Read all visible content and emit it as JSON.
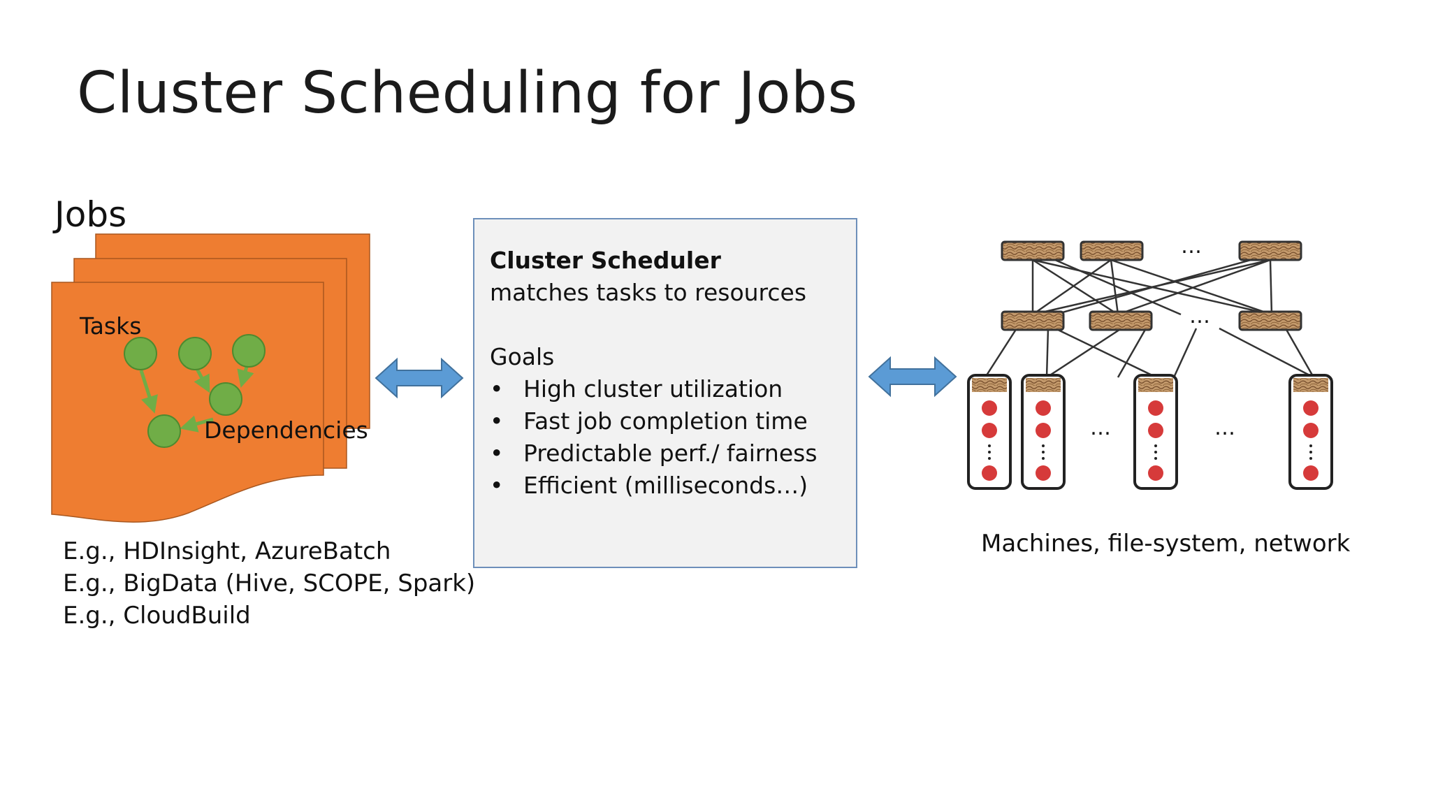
{
  "slide": {
    "title": "Cluster Scheduling for Jobs"
  },
  "jobs": {
    "heading": "Jobs",
    "tasks_label": "Tasks",
    "dependencies_label": "Dependencies",
    "examples": [
      "E.g., HDInsight, AzureBatch",
      "E.g., BigData (Hive, SCOPE, Spark)",
      "E.g., CloudBuild"
    ]
  },
  "scheduler": {
    "title": "Cluster Scheduler",
    "subtitle": "matches tasks to resources",
    "goals_heading": "Goals",
    "bullet_symbol": "•",
    "goals": [
      "High cluster utilization",
      "Fast job completion time",
      "Predictable perf./ fairness",
      "Efficient (milliseconds…)"
    ]
  },
  "cluster": {
    "caption": "Machines, file-system, network",
    "ellipsis": "…"
  },
  "colors": {
    "job_page": "#ee7d31",
    "task_node": "#70ad47",
    "arrow": "#5b9bd5",
    "box_fill": "#f2f2f2",
    "box_border": "#6d8fba",
    "machine_dot": "#d63a3a",
    "switch": "#b58b5a"
  },
  "icons": {
    "double_arrow": "double-arrow-icon",
    "switch": "network-switch-icon",
    "server": "server-rack-icon"
  }
}
